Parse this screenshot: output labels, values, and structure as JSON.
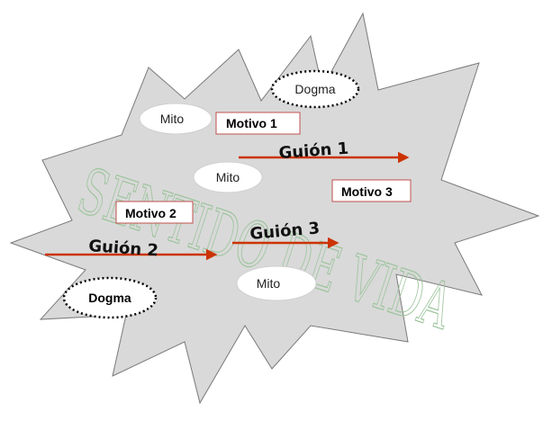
{
  "diagram": {
    "watermark_text": "SENTIDO DE VIDA",
    "dogma_label_1": "Dogma",
    "dogma_label_2": "Dogma",
    "mito_label_1": "Mito",
    "mito_label_2": "Mito",
    "mito_label_3": "Mito",
    "motivo_label_1": "Motivo 1",
    "motivo_label_2": "Motivo 2",
    "motivo_label_3": "Motivo 3",
    "guion_label_1": "Guión 1",
    "guion_label_2": "Guión 2",
    "guion_label_3": "Guión 3"
  },
  "colors": {
    "star_fill": "#d9d9d9",
    "star_stroke": "#7a7a7a",
    "arrow": "#cc3300",
    "motivo_border": "#c0504d",
    "watermark": "#9bc49b"
  }
}
